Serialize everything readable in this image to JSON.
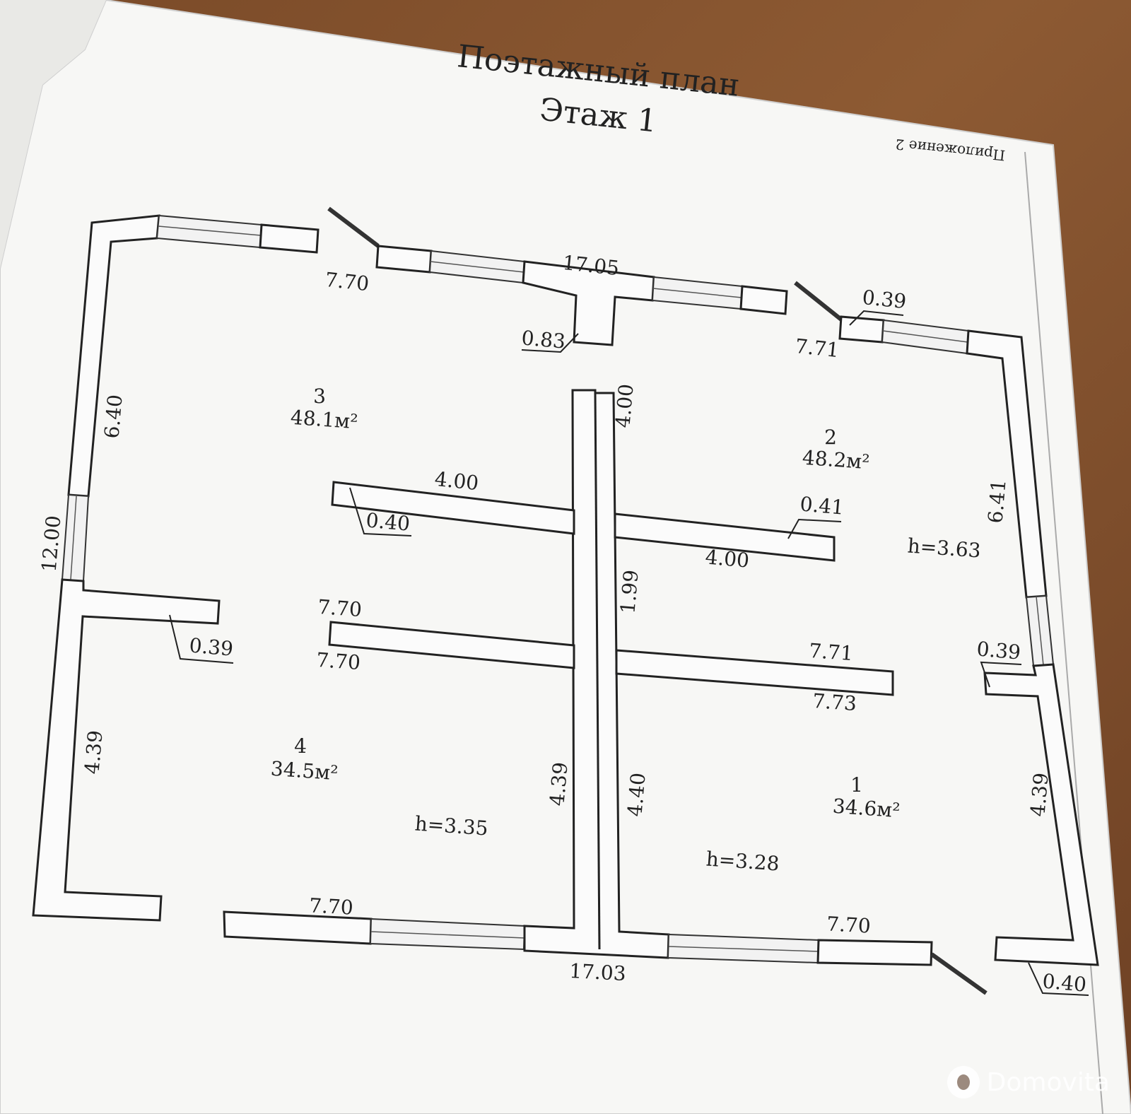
{
  "document": {
    "title_line1": "Поэтажный план",
    "title_line2": "Этаж 1",
    "appendix": "Приложение 2"
  },
  "rooms": [
    {
      "number": "3",
      "area": "48.1м²"
    },
    {
      "number": "2",
      "area": "48.2м²"
    },
    {
      "number": "4",
      "area": "34.5м²"
    },
    {
      "number": "1",
      "area": "34.6м²"
    }
  ],
  "heights": [
    "h=3.63",
    "h=3.35",
    "h=3.28"
  ],
  "dimensions": {
    "top_total": "17.05",
    "bottom_total": "17.03",
    "top_left": "7.70",
    "top_right": "7.71",
    "top_mid_wall": "0.83",
    "top_right_wall": "0.39",
    "left_total": "12.00",
    "left_upper": "6.40",
    "left_lower": "4.39",
    "left_stub_wall": "0.39",
    "center_upper": "4.00",
    "center_mid": "1.99",
    "center_lower_left": "4.39",
    "center_lower_right": "4.40",
    "partition_upper_left": "4.00",
    "partition_upper_left_wall": "0.40",
    "partition_upper_right_top": "0.41",
    "partition_upper_right": "4.00",
    "partition_mid_left_top": "7.70",
    "partition_mid_left_bottom": "7.70",
    "partition_mid_right_top": "7.71",
    "partition_mid_right_bottom": "7.73",
    "right_upper": "6.41",
    "right_stub_wall": "0.39",
    "right_lower": "4.39",
    "right_bottom_wall": "0.40",
    "bottom_left": "7.70",
    "bottom_right": "7.70"
  },
  "watermark": "Domovita"
}
